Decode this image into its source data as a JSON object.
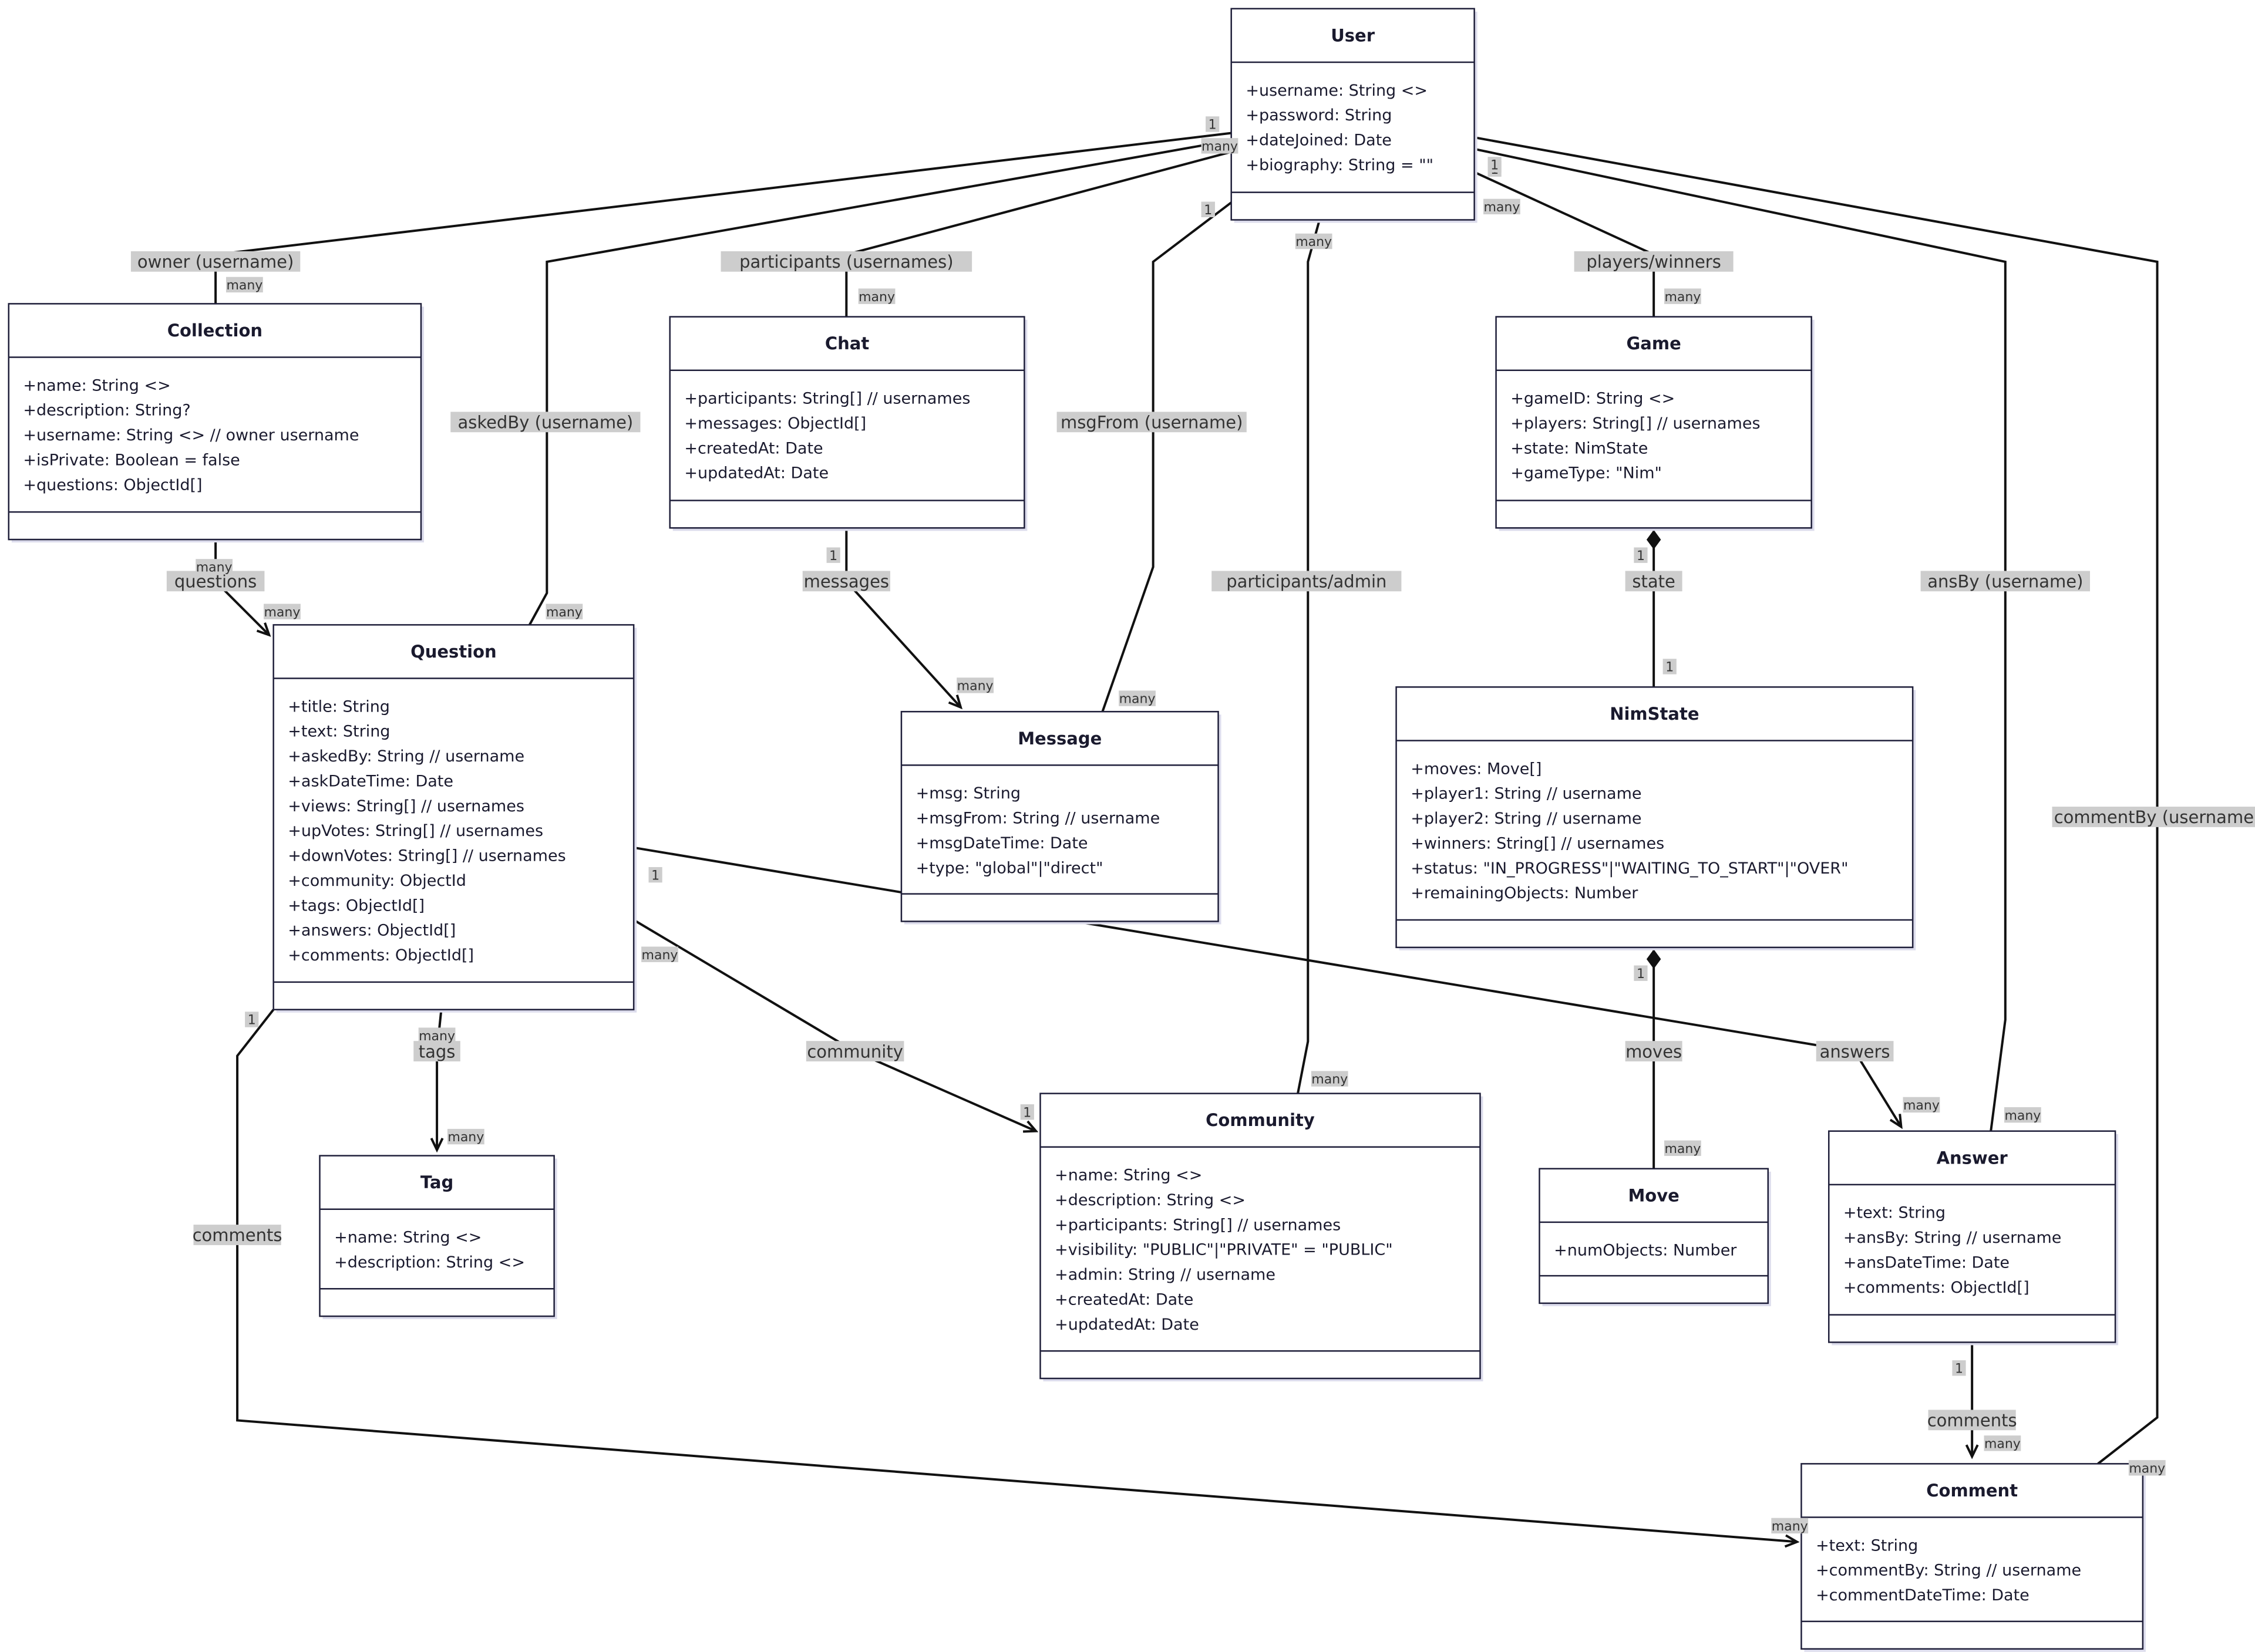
{
  "classes": [
    {
      "id": "User",
      "title": "User",
      "attrs": [
        "+username: String <>",
        "+password: String",
        "+dateJoined: Date",
        "+biography: String = \"\""
      ]
    },
    {
      "id": "Collection",
      "title": "Collection",
      "attrs": [
        "+name: String <>",
        "+description: String?",
        "+username: String <> // owner username",
        "+isPrivate: Boolean = false",
        "+questions: ObjectId[]"
      ]
    },
    {
      "id": "Chat",
      "title": "Chat",
      "attrs": [
        "+participants: String[] // usernames",
        "+messages: ObjectId[]",
        "+createdAt: Date",
        "+updatedAt: Date"
      ]
    },
    {
      "id": "Game",
      "title": "Game",
      "attrs": [
        "+gameID: String <>",
        "+players: String[] // usernames",
        "+state: NimState",
        "+gameType: \"Nim\""
      ]
    },
    {
      "id": "Question",
      "title": "Question",
      "attrs": [
        "+title: String",
        "+text: String",
        "+askedBy: String // username",
        "+askDateTime: Date",
        "+views: String[] // usernames",
        "+upVotes: String[] // usernames",
        "+downVotes: String[] // usernames",
        "+community: ObjectId",
        "+tags: ObjectId[]",
        "+answers: ObjectId[]",
        "+comments: ObjectId[]"
      ]
    },
    {
      "id": "Message",
      "title": "Message",
      "attrs": [
        "+msg: String",
        "+msgFrom: String // username",
        "+msgDateTime: Date",
        "+type: \"global\"|\"direct\""
      ]
    },
    {
      "id": "NimState",
      "title": "NimState",
      "attrs": [
        "+moves: Move[]",
        "+player1: String // username",
        "+player2: String // username",
        "+winners: String[] // usernames",
        "+status: \"IN_PROGRESS\"|\"WAITING_TO_START\"|\"OVER\"",
        "+remainingObjects: Number"
      ]
    },
    {
      "id": "Tag",
      "title": "Tag",
      "attrs": [
        "+name: String <>",
        "+description: String <>"
      ]
    },
    {
      "id": "Community",
      "title": "Community",
      "attrs": [
        "+name: String <>",
        "+description: String <>",
        "+participants: String[] // usernames",
        "+visibility: \"PUBLIC\"|\"PRIVATE\" = \"PUBLIC\"",
        "+admin: String // username",
        "+createdAt: Date",
        "+updatedAt: Date"
      ]
    },
    {
      "id": "Move",
      "title": "Move",
      "attrs": [
        "+numObjects: Number"
      ]
    },
    {
      "id": "Answer",
      "title": "Answer",
      "attrs": [
        "+text: String",
        "+ansBy: String // username",
        "+ansDateTime: Date",
        "+comments: ObjectId[]"
      ]
    },
    {
      "id": "Comment",
      "title": "Comment",
      "attrs": [
        "+text: String",
        "+commentBy: String // username",
        "+commentDateTime: Date"
      ]
    }
  ],
  "relations": [
    {
      "id": "user-collection",
      "from": "User",
      "to": "Collection",
      "label": "owner (username)",
      "from_card": "1",
      "to_card": "many",
      "arrow": "none"
    },
    {
      "id": "user-question",
      "from": "User",
      "to": "Question",
      "label": "askedBy (username)",
      "from_card": "1",
      "to_card": "many",
      "arrow": "none"
    },
    {
      "id": "user-chat",
      "from": "User",
      "to": "Chat",
      "label": "participants (usernames)",
      "from_card": "many",
      "to_card": "many",
      "arrow": "none"
    },
    {
      "id": "user-message",
      "from": "User",
      "to": "Message",
      "label": "msgFrom (username)",
      "from_card": "1",
      "to_card": "many",
      "arrow": "none"
    },
    {
      "id": "user-community",
      "from": "User",
      "to": "Community",
      "label": "participants/admin",
      "from_card": "many",
      "to_card": "many",
      "arrow": "none"
    },
    {
      "id": "user-game",
      "from": "User",
      "to": "Game",
      "label": "players/winners",
      "from_card": "1",
      "to_card": "many",
      "arrow": "none"
    },
    {
      "id": "user-answer",
      "from": "User",
      "to": "Answer",
      "label": "ansBy (username)",
      "from_card": "many",
      "to_card": "many",
      "arrow": "none"
    },
    {
      "id": "user-comment",
      "from": "User",
      "to": "Comment",
      "label": "commentBy (username)",
      "from_card": "1",
      "to_card": "many",
      "arrow": "none"
    },
    {
      "id": "collection-question",
      "from": "Collection",
      "to": "Question",
      "label": "questions",
      "from_card": "many",
      "to_card": "many",
      "arrow": "open"
    },
    {
      "id": "chat-message",
      "from": "Chat",
      "to": "Message",
      "label": "messages",
      "from_card": "1",
      "to_card": "many",
      "arrow": "open"
    },
    {
      "id": "game-nimstate",
      "from": "Game",
      "to": "NimState",
      "label": "state",
      "from_card": "1",
      "to_card": "1",
      "arrow": "composition"
    },
    {
      "id": "nimstate-move",
      "from": "NimState",
      "to": "Move",
      "label": "moves",
      "from_card": "1",
      "to_card": "many",
      "arrow": "composition"
    },
    {
      "id": "question-tag",
      "from": "Question",
      "to": "Tag",
      "label": "tags",
      "from_card": "many",
      "to_card": "many",
      "arrow": "open"
    },
    {
      "id": "question-community",
      "from": "Question",
      "to": "Community",
      "label": "community",
      "from_card": "many",
      "to_card": "1",
      "arrow": "open"
    },
    {
      "id": "question-answer",
      "from": "Question",
      "to": "Answer",
      "label": "answers",
      "from_card": "1",
      "to_card": "many",
      "arrow": "open"
    },
    {
      "id": "question-comment",
      "from": "Question",
      "to": "Comment",
      "label": "comments",
      "from_card": "1",
      "to_card": "many",
      "arrow": "open"
    },
    {
      "id": "answer-comment",
      "from": "Answer",
      "to": "Comment",
      "label": "comments",
      "from_card": "1",
      "to_card": "many",
      "arrow": "open"
    }
  ]
}
